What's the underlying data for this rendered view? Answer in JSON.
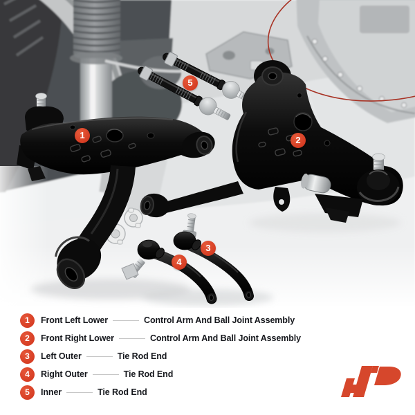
{
  "legend": {
    "items": [
      {
        "number": "1",
        "label": "Front Left Lower",
        "description": "Control Arm And Ball Joint Assembly"
      },
      {
        "number": "2",
        "label": "Front Right Lower",
        "description": "Control Arm And Ball Joint Assembly"
      },
      {
        "number": "3",
        "label": "Left Outer",
        "description": "Tie Rod End"
      },
      {
        "number": "4",
        "label": "Right Outer",
        "description": "Tie Rod End"
      },
      {
        "number": "5",
        "label": "Inner",
        "description": "Tie Rod End"
      }
    ]
  },
  "colors": {
    "marker_red": "#d53b22",
    "logo_red": "#d6472c",
    "highlight_circle_red": "#a83325",
    "legend_text": "#16181d"
  }
}
